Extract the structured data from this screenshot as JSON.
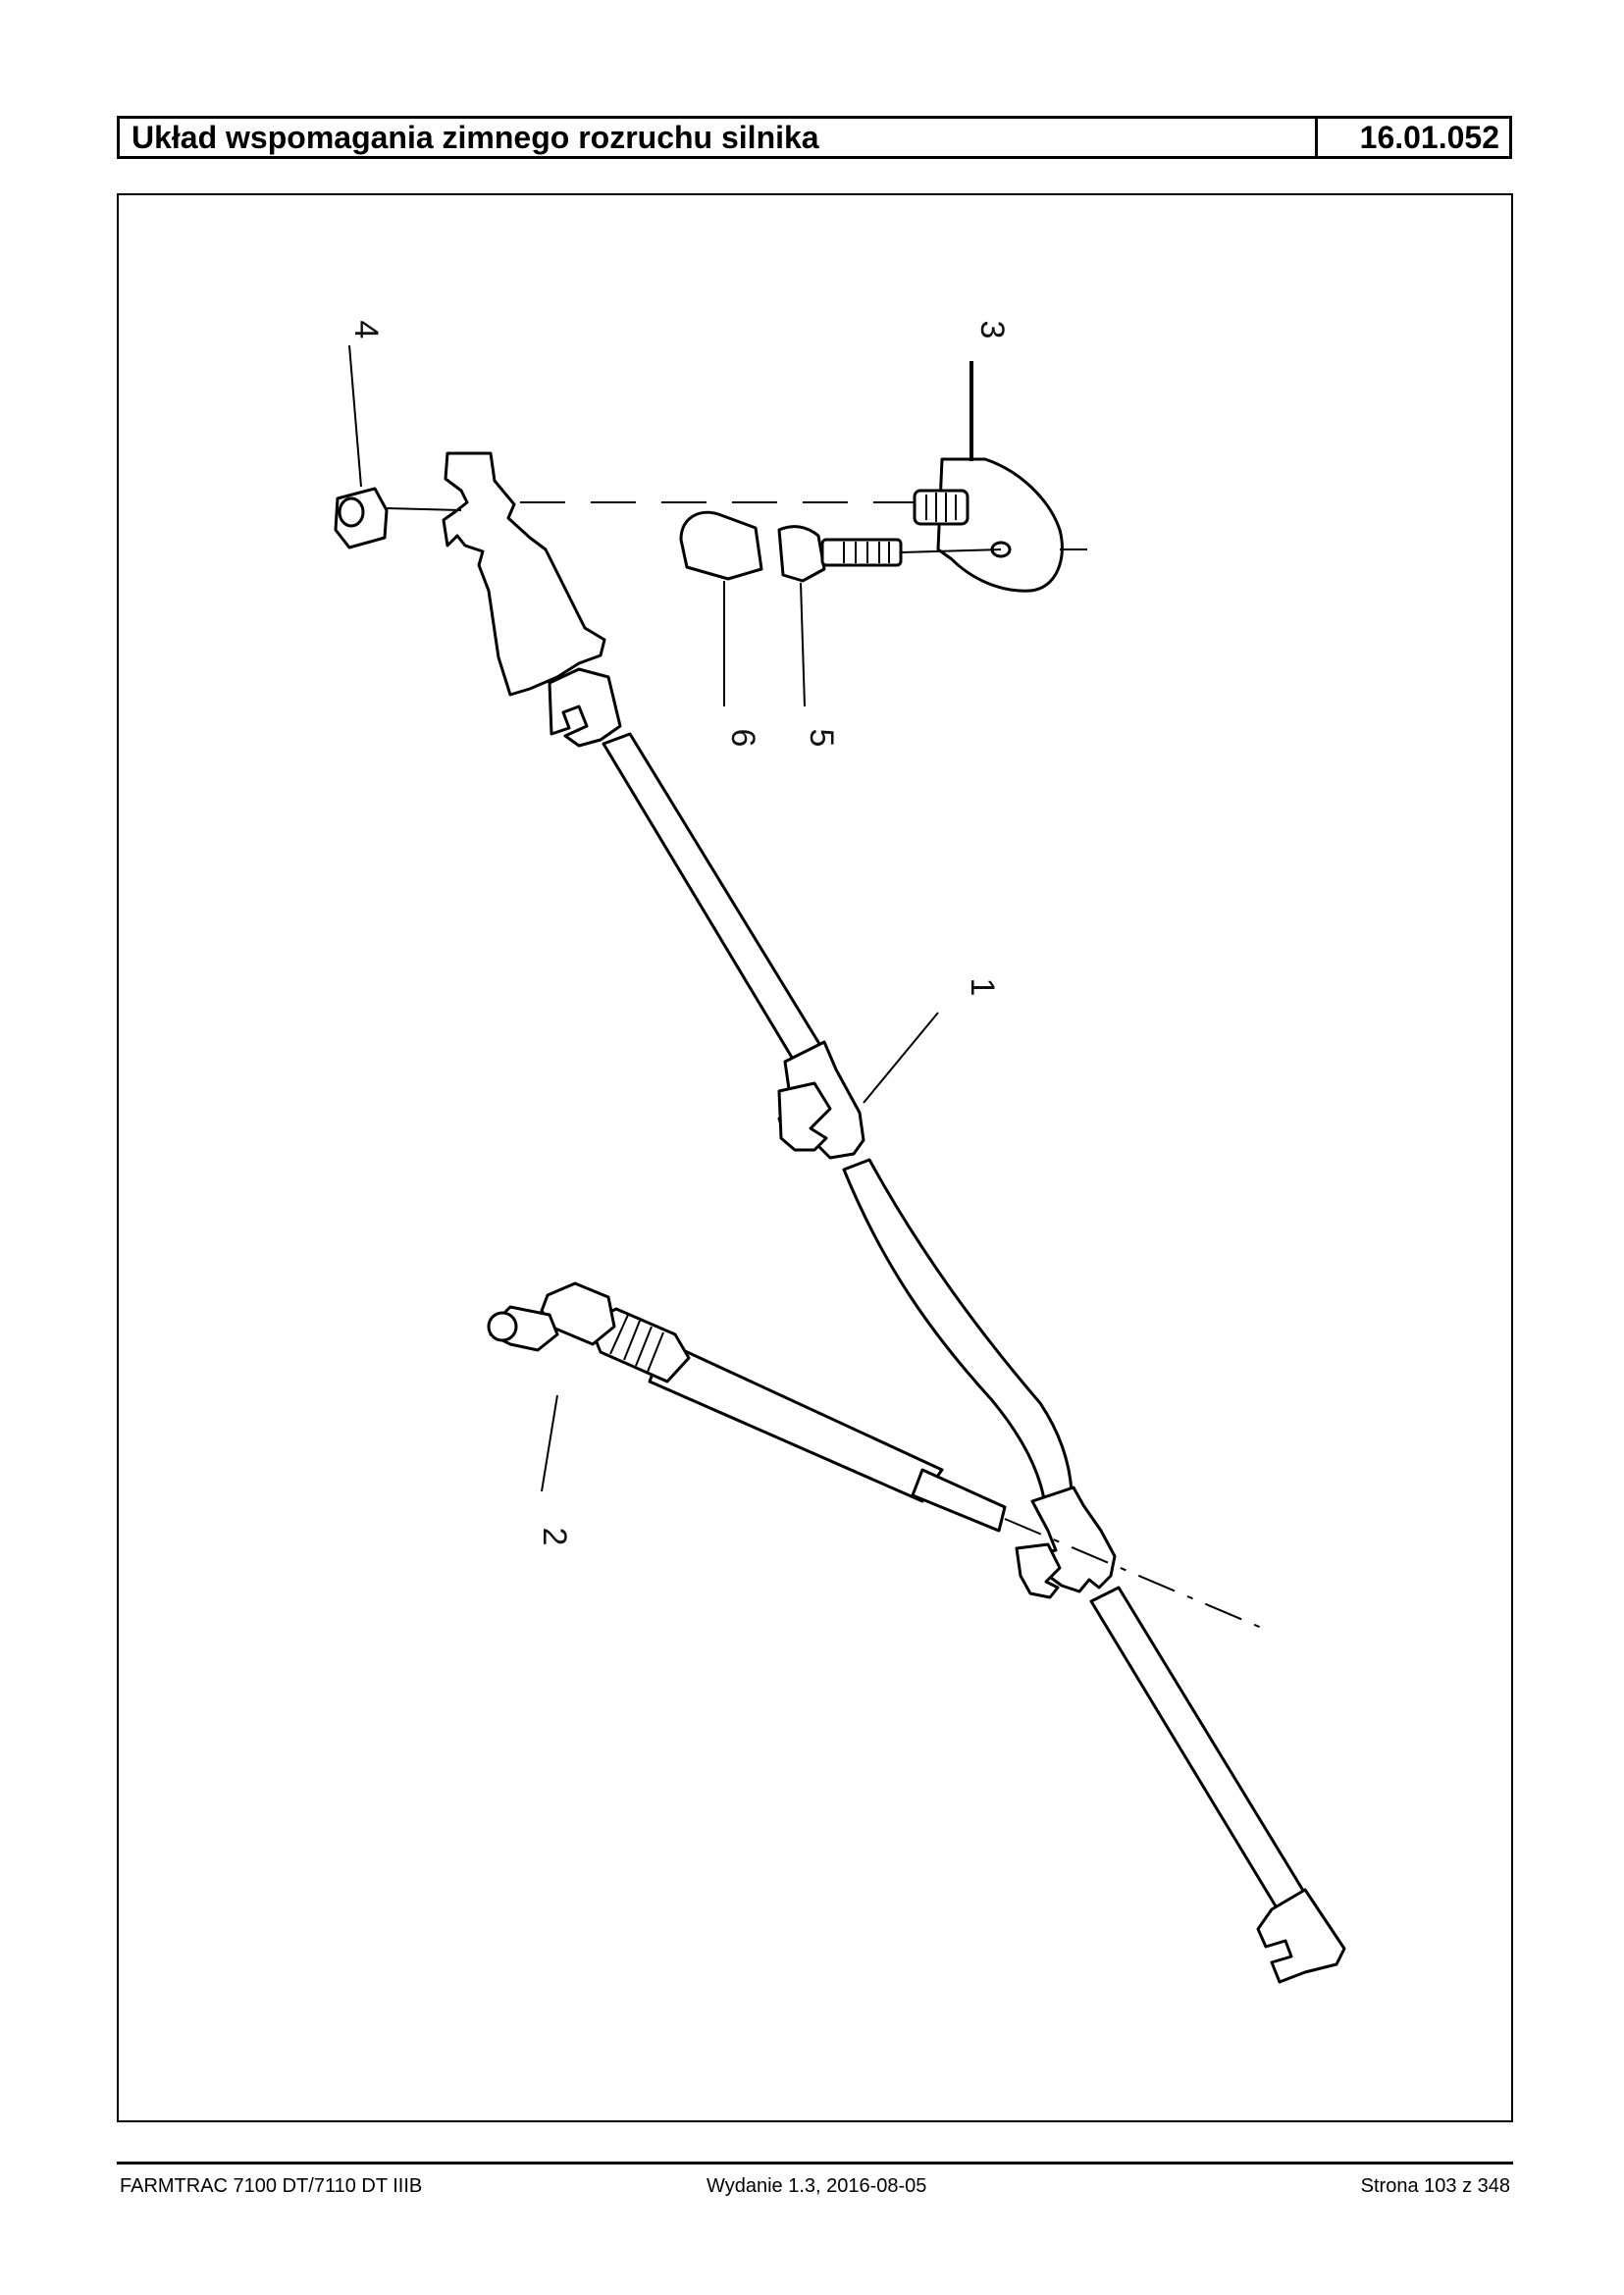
{
  "header": {
    "title": "Układ wspomagania zimnego rozruchu silnika",
    "code": "16.01.052"
  },
  "diagram": {
    "callouts": [
      "1",
      "2",
      "3",
      "4",
      "5",
      "6"
    ]
  },
  "footer": {
    "left": "FARMTRAC 7100 DT/7110 DT IIIB",
    "center": "Wydanie 1.3,  2016-08-05",
    "right": "Strona 103 z 348"
  }
}
